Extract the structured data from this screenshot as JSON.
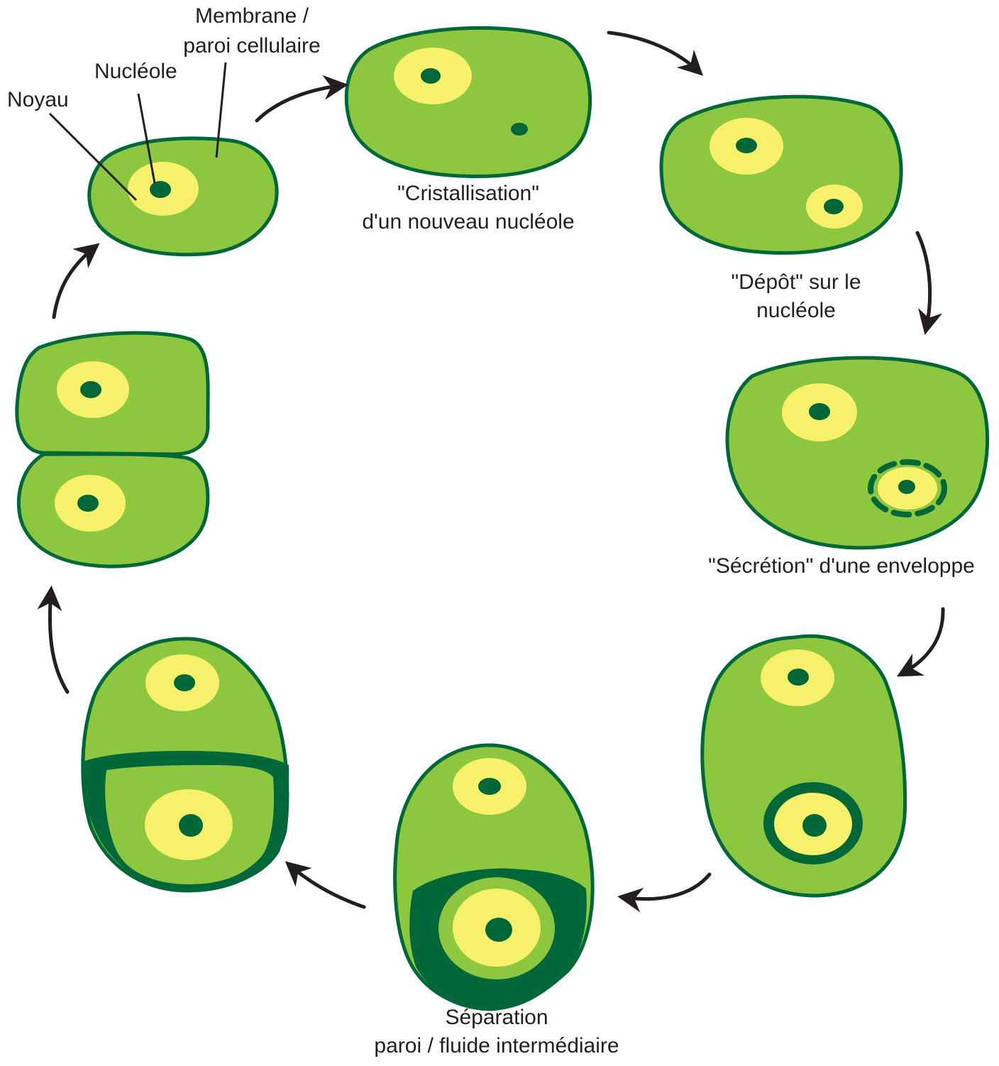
{
  "colors": {
    "cell_fill": "#8dc63f",
    "membrane": "#006838",
    "nucleus": "#f6f06a",
    "nucleolus": "#006838",
    "arrow": "#231f20",
    "background": "#ffffff"
  },
  "labels": {
    "noyau": "Noyau",
    "nucleole": "Nucléole",
    "membrane_line1": "Membrane /",
    "membrane_line2": "paroi cellulaire"
  },
  "stages": [
    {
      "id": "stage-1-initial-cell",
      "caption": []
    },
    {
      "id": "stage-2-new-nucleolus",
      "caption": [
        "\"Cristallisation\"",
        "d'un nouveau nucléole"
      ]
    },
    {
      "id": "stage-3-deposit",
      "caption": [
        "\"Dépôt\" sur le",
        "nucléole"
      ]
    },
    {
      "id": "stage-4-secretion",
      "caption": [
        "\"Sécrétion\" d'une enveloppe"
      ]
    },
    {
      "id": "stage-5-envelope",
      "caption": []
    },
    {
      "id": "stage-6-separation",
      "caption": [
        "Séparation",
        "paroi / fluide intermédiaire"
      ]
    },
    {
      "id": "stage-7-partition",
      "caption": []
    },
    {
      "id": "stage-8-two-cells",
      "caption": []
    }
  ],
  "icons": [
    "cycle-arrow-icon"
  ]
}
